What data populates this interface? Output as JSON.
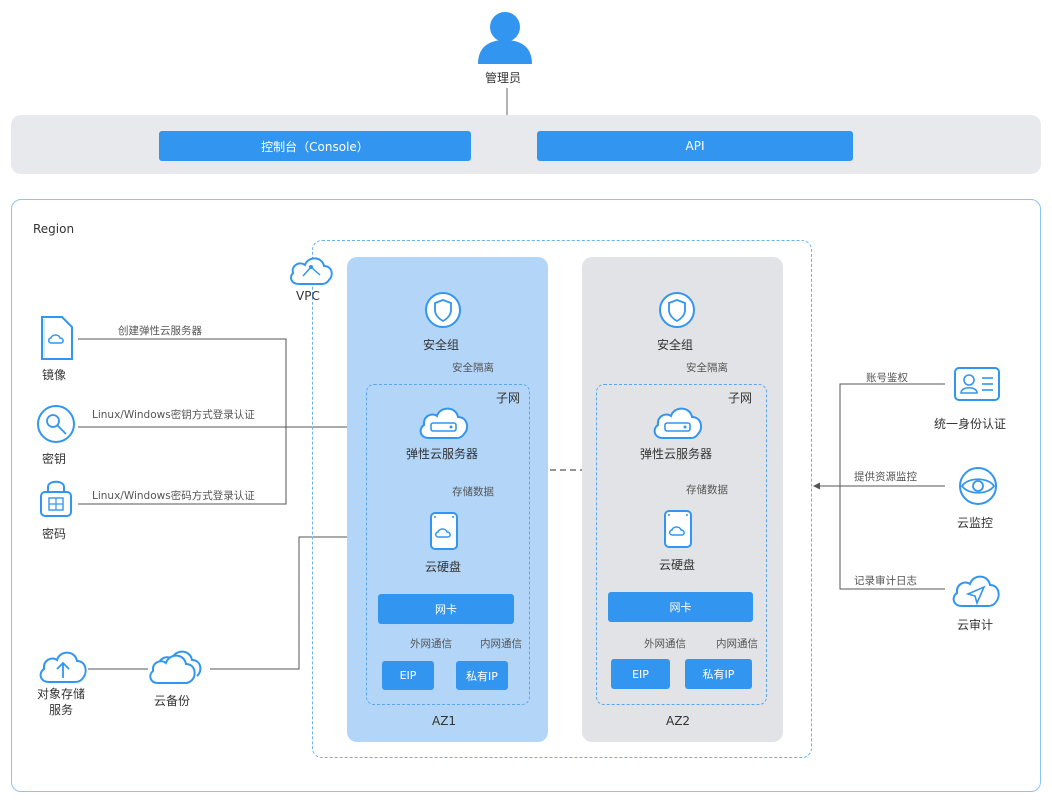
{
  "admin": {
    "label": "管理员"
  },
  "top_bar": {
    "console_label": "控制台（Console）",
    "api_label": "API"
  },
  "region": {
    "label": "Region"
  },
  "vpc": {
    "label": "VPC"
  },
  "left": {
    "image_label": "镜像",
    "key_label": "密钥",
    "password_label": "密码",
    "obs_label": "对象存储\n服务",
    "backup_label": "云备份",
    "create_ecs_text": "创建弹性云服务器",
    "key_login_text": "Linux/Windows密钥方式登录认证",
    "pwd_login_text": "Linux/Windows密码方式登录认证"
  },
  "az1": {
    "label": "AZ1",
    "security_group": "安全组",
    "isolation": "安全隔离",
    "subnet": "子网",
    "ecs": "弹性云服务器",
    "storage_data": "存储数据",
    "evs": "云硬盘",
    "nic": "网卡",
    "external": "外网通信",
    "internal": "内网通信",
    "eip": "EIP",
    "private_ip": "私有IP"
  },
  "az2": {
    "label": "AZ2",
    "security_group": "安全组",
    "isolation": "安全隔离",
    "subnet": "子网",
    "ecs": "弹性云服务器",
    "storage_data": "存储数据",
    "evs": "云硬盘",
    "nic": "网卡",
    "external": "外网通信",
    "internal": "内网通信",
    "eip": "EIP",
    "private_ip": "私有IP"
  },
  "right": {
    "iam_label": "统一身份认证",
    "ces_label": "云监控",
    "cts_label": "云审计",
    "account_auth_text": "账号鉴权",
    "monitor_text": "提供资源监控",
    "audit_text": "记录审计日志"
  },
  "colors": {
    "primary": "#3296f0",
    "az1_bg": "#b3d6f8",
    "az2_bg": "#e2e3e6",
    "line": "#555555"
  }
}
